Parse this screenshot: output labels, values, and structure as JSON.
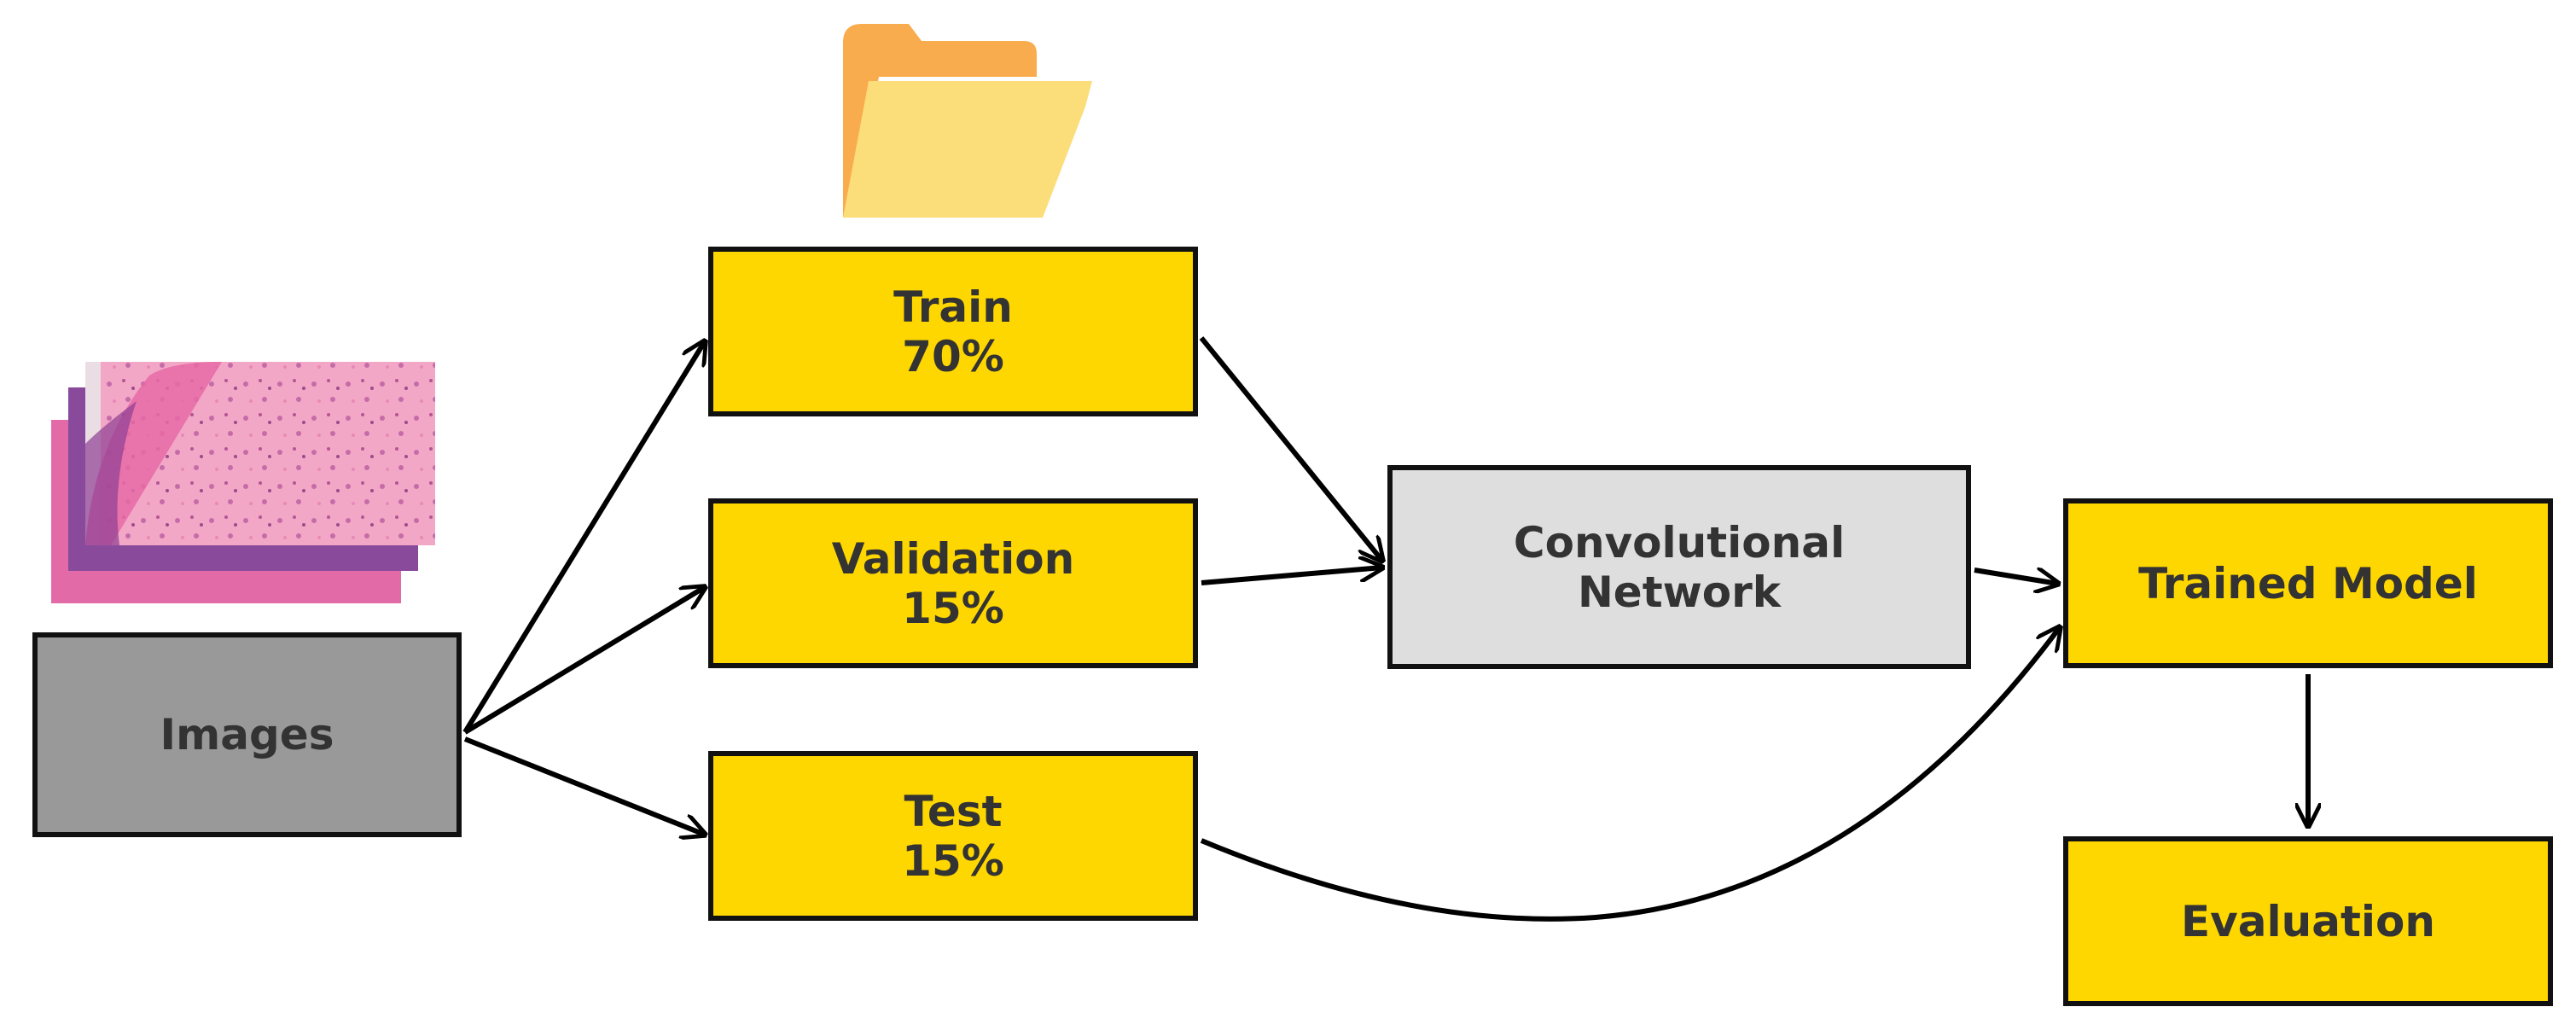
{
  "nodes": {
    "images": {
      "label": "Images"
    },
    "train": {
      "label": "Train",
      "percent": "70%"
    },
    "validation": {
      "label": "Validation",
      "percent": "15%"
    },
    "test": {
      "label": "Test",
      "percent": "15%"
    },
    "conv": {
      "line1": "Convolutional",
      "line2": "Network"
    },
    "trained": {
      "label": "Trained Model"
    },
    "evaluation": {
      "label": "Evaluation"
    }
  },
  "icons": {
    "folder": "folder-icon",
    "histology": "histology-image-stack-icon"
  },
  "colors": {
    "node_fill": "#FFD700",
    "images_fill": "#999999",
    "network_fill": "#DEDEDE",
    "border": "#111111",
    "text": "#333333",
    "arrow": "#000000"
  }
}
